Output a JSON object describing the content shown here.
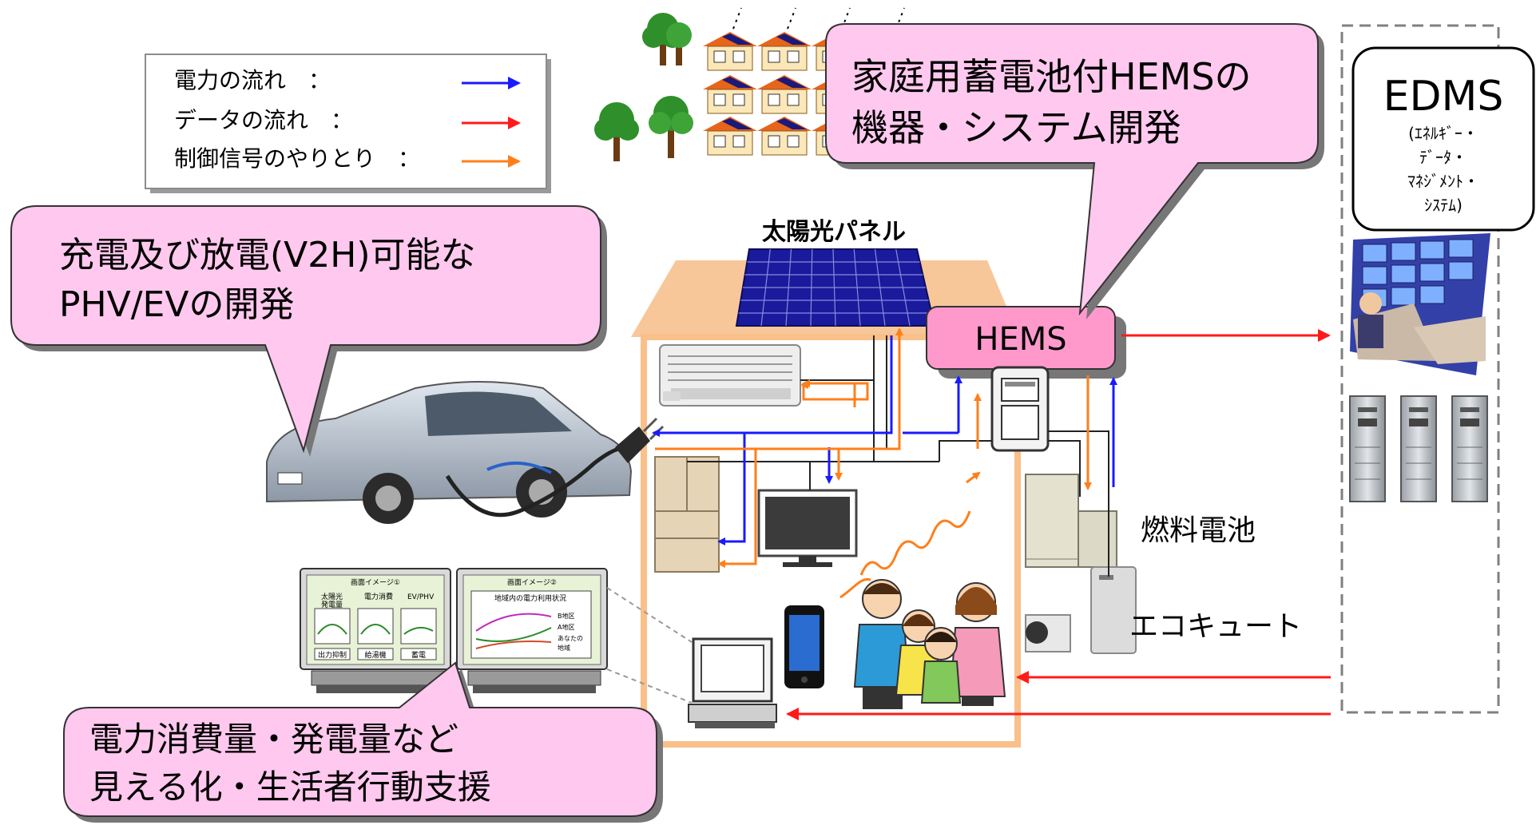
{
  "legend": {
    "power_flow": "電力の流れ　：",
    "data_flow": "データの流れ　：",
    "control_signal": "制御信号のやりとり　："
  },
  "colors": {
    "power": "#1a1aff",
    "data": "#ff1a1a",
    "control": "#ff7f1a",
    "callout_fill": "#ffc8ee",
    "hems_fill": "#ff99cc",
    "house_roof": "#f7c79a",
    "house_wall": "#f9c08a"
  },
  "callouts": {
    "hems_dev_line1": "家庭用蓄電池付HEMSの",
    "hems_dev_line2": "機器・システム開発",
    "v2h_line1": "充電及び放電(V2H)可能な",
    "v2h_line2": "PHV/EVの開発",
    "visual_line1": "電力消費量・発電量など",
    "visual_line2": "見える化・生活者行動支援"
  },
  "edms": {
    "title": "EDMS",
    "sub1": "(ｴﾈﾙｷﾞｰ・",
    "sub2": "ﾃﾞｰﾀ・",
    "sub3": "ﾏﾈｼﾞﾒﾝﾄ・",
    "sub4": "ｼｽﾃﾑ)"
  },
  "labels": {
    "solar_panel": "太陽光パネル",
    "hems": "HEMS",
    "fuel_cell": "燃料電池",
    "ecocute": "エコキュート"
  },
  "screens": {
    "screen1_title": "画面イメージ①",
    "screen1_solar": "太陽光",
    "screen1_gen": "発電量",
    "screen1_consume": "電力消費",
    "screen1_ev": "EV/PHV",
    "screen1_btn1": "出力抑制",
    "screen1_btn2": "給湯機",
    "screen1_btn3": "蓄電",
    "screen2_title": "画面イメージ②",
    "screen2_heading": "地域内の電力利用状況",
    "screen2_a": "B地区",
    "screen2_b": "A地区",
    "screen2_c": "あなたの",
    "screen2_d": "地域"
  }
}
